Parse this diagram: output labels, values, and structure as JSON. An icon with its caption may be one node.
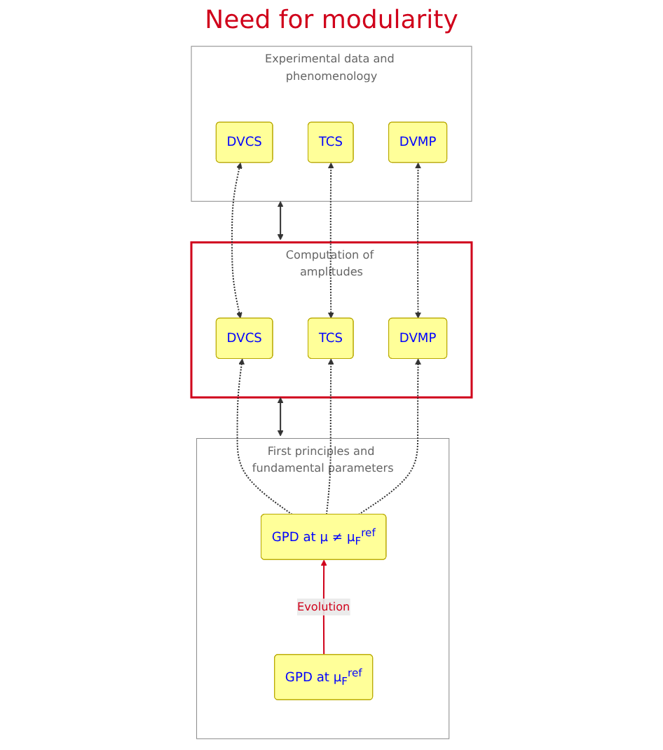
{
  "diagram": {
    "nodes": [
      {
        "text": [
          "Experimental data and phenomenology"
        ]
      },
      {
        "text": [
          "DVCS"
        ],
        "in": 0
      },
      {
        "text": [
          "TCS"
        ],
        "in": 0
      },
      {
        "text": [
          "DVMP"
        ],
        "in": 0
      },
      {
        "text": [
          "Computation of amplitudes"
        ]
      },
      {
        "text": [
          "DVCS"
        ],
        "in": 4
      },
      {
        "text": [
          "TCS"
        ],
        "in": 4
      },
      {
        "text": [
          "DVMP"
        ],
        "in": 4
      },
      {
        "text": [
          "First principles and fundamental parameters"
        ]
      },
      {
        "text": [
          "GPD at μ ≠ μ$_{F}$$^{ref}$"
        ],
        "in": 8
      },
      {
        "text": [
          "GPD at μ$_{F}$$^{ref}$"
        ],
        "in": 8
      }
    ],
    "edges": [
      {
        "from": 0,
        "to": 4,
        "arrow": "both"
      },
      {
        "from": 4,
        "to": 8,
        "arrow": "both"
      },
      {
        "from": 1,
        "to": 5,
        "arrow": "both",
        "style": "dashed"
      },
      {
        "from": 2,
        "to": 6,
        "arrow": "both",
        "style": "dashed"
      },
      {
        "from": 3,
        "to": 7,
        "arrow": "both",
        "style": "dashed"
      },
      {
        "from": 9,
        "to": 5,
        "arrow": "to",
        "style": "dashed"
      },
      {
        "from": 9,
        "to": 6,
        "arrow": "to",
        "style": "dashed"
      },
      {
        "from": 9,
        "to": 7,
        "arrow": "to",
        "style": "dashed"
      },
      {
        "from": 10,
        "to": 9,
        "arrow": "to",
        "label": "Evolution",
        "color": "#d0021b"
      }
    ],
    "labels": [
      "Need for modularity"
    ]
  }
}
